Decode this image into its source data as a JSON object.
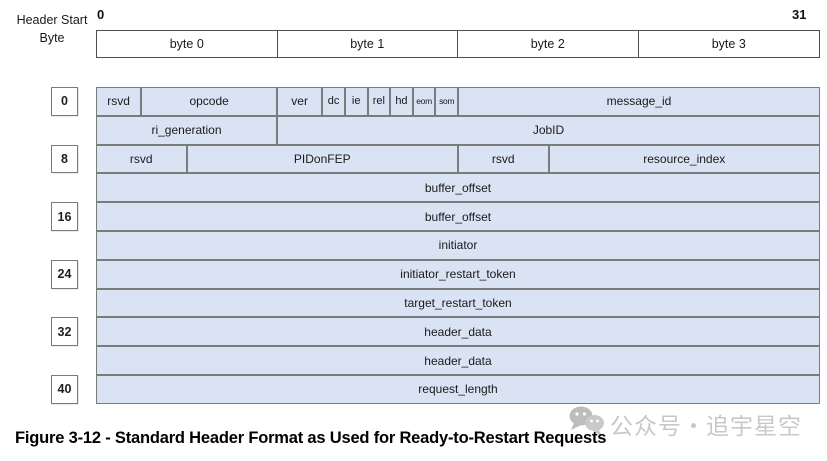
{
  "labels": {
    "header_start_line1": "Header Start",
    "header_start_line2": "Byte",
    "bit_left": "0",
    "bit_right": "31"
  },
  "byte_header": {
    "columns": [
      "byte 0",
      "byte 1",
      "byte 2",
      "byte 3"
    ]
  },
  "field_table": {
    "rows": [
      {
        "offset": "0",
        "fields": [
          {
            "label": "rsvd",
            "bits": 2
          },
          {
            "label": "opcode",
            "bits": 6
          },
          {
            "label": "ver",
            "bits": 2
          },
          {
            "label": "dc",
            "bits": 1
          },
          {
            "label": "ie",
            "bits": 1
          },
          {
            "label": "rel",
            "bits": 1
          },
          {
            "label": "hd",
            "bits": 1
          },
          {
            "label": "eom",
            "bits": 1,
            "small": true
          },
          {
            "label": "som",
            "bits": 1,
            "small": true
          },
          {
            "label": "message_id",
            "bits": 16
          }
        ]
      },
      {
        "fields": [
          {
            "label": "ri_generation",
            "bits": 8
          },
          {
            "label": "JobID",
            "bits": 24
          }
        ]
      },
      {
        "offset": "8",
        "fields": [
          {
            "label": "rsvd",
            "bits": 4
          },
          {
            "label": "PIDonFEP",
            "bits": 12
          },
          {
            "label": "rsvd",
            "bits": 4
          },
          {
            "label": "resource_index",
            "bits": 12
          }
        ]
      },
      {
        "fields": [
          {
            "label": "buffer_offset",
            "bits": 32
          }
        ]
      },
      {
        "offset": "16",
        "fields": [
          {
            "label": "buffer_offset",
            "bits": 32
          }
        ]
      },
      {
        "fields": [
          {
            "label": "initiator",
            "bits": 32
          }
        ]
      },
      {
        "offset": "24",
        "fields": [
          {
            "label": "initiator_restart_token",
            "bits": 32
          }
        ]
      },
      {
        "fields": [
          {
            "label": "target_restart_token",
            "bits": 32
          }
        ]
      },
      {
        "offset": "32",
        "fields": [
          {
            "label": "header_data",
            "bits": 32
          }
        ]
      },
      {
        "fields": [
          {
            "label": "header_data",
            "bits": 32
          }
        ]
      },
      {
        "offset": "40",
        "fields": [
          {
            "label": "request_length",
            "bits": 32
          }
        ]
      }
    ]
  },
  "caption": "Figure 3-12 - Standard Header Format as Used for Ready-to-Restart Requests",
  "watermark": {
    "icon": "wechat-icon",
    "text": "公众号・追宇星空"
  },
  "colors": {
    "cell_fill": "#dae3f3",
    "cell_border": "#7b7b7b",
    "byte_header_border": "#4d4d4d",
    "watermark_text": "#c8c8c8"
  }
}
